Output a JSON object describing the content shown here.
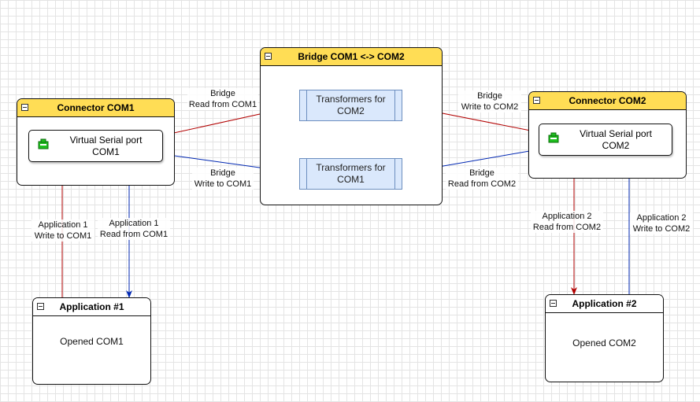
{
  "bridge": {
    "title": "Bridge COM1 <-> COM2",
    "transformer_top": "Transformers for\nCOM2",
    "transformer_bottom": "Transformers for\nCOM1"
  },
  "connector1": {
    "title": "Connector COM1",
    "port_label": "Virtual Serial port\nCOM1"
  },
  "connector2": {
    "title": "Connector COM2",
    "port_label": "Virtual Serial port\nCOM2"
  },
  "app1": {
    "title": "Application #1",
    "body": "Opened COM1"
  },
  "app2": {
    "title": "Application #2",
    "body": "Opened COM2"
  },
  "edges": {
    "bridge_read_com1": "Bridge\nRead from COM1",
    "bridge_write_com1": "Bridge\nWrite to COM1",
    "bridge_write_com2": "Bridge\nWrite to COM2",
    "bridge_read_com2": "Bridge\nRead from COM2",
    "app1_write": "Application 1\nWrite to COM1",
    "app1_read": "Application 1\nRead from COM1",
    "app2_read": "Application 2\nRead from COM2",
    "app2_write": "Application 2\nWrite to COM2"
  },
  "colors": {
    "header_fill": "#ffdd55",
    "red_edge": "#b20000",
    "blue_edge": "#0027b2",
    "transformer_fill": "#dae8fc",
    "port_icon": "#1fbf1f"
  },
  "icons": {
    "collapse": "minus-square-icon",
    "port": "serial-port-icon"
  }
}
